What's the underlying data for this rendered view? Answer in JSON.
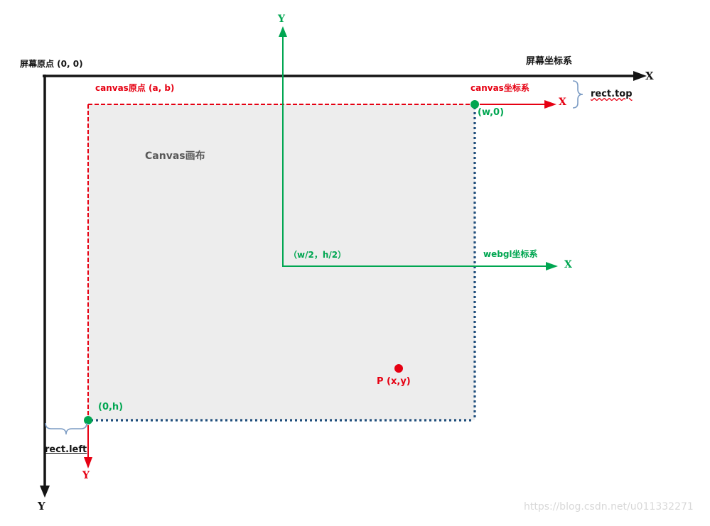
{
  "colors": {
    "axis_black": "#141414",
    "red": "#e60012",
    "green": "#00a651",
    "dotted_blue": "#1f4e7c",
    "canvas_fill": "#ededed",
    "brace_blue": "#7c9cc4",
    "watermark_gray": "#d8d8d8"
  },
  "screen": {
    "origin_label": "屏幕原点 (0, 0)",
    "system_label": "屏幕坐标系",
    "x_label": "X",
    "y_label": "Y"
  },
  "canvas": {
    "origin_label": "canvas原点 (a, b)",
    "system_label": "canvas坐标系",
    "x_label": "X",
    "y_label": "Y",
    "name_label": "Canvas画布",
    "corner_top_right": "(w,0)",
    "corner_bottom_left": "(0,h)"
  },
  "webgl": {
    "system_label": "webgl坐标系",
    "center_label": "（w/2，h/2）",
    "x_label": "X",
    "y_label": "Y"
  },
  "point_p_label": "P (x,y)",
  "measurements": {
    "top_label": "rect.top",
    "left_label": "rect.left"
  },
  "watermark": "https://blog.csdn.net/u011332271"
}
